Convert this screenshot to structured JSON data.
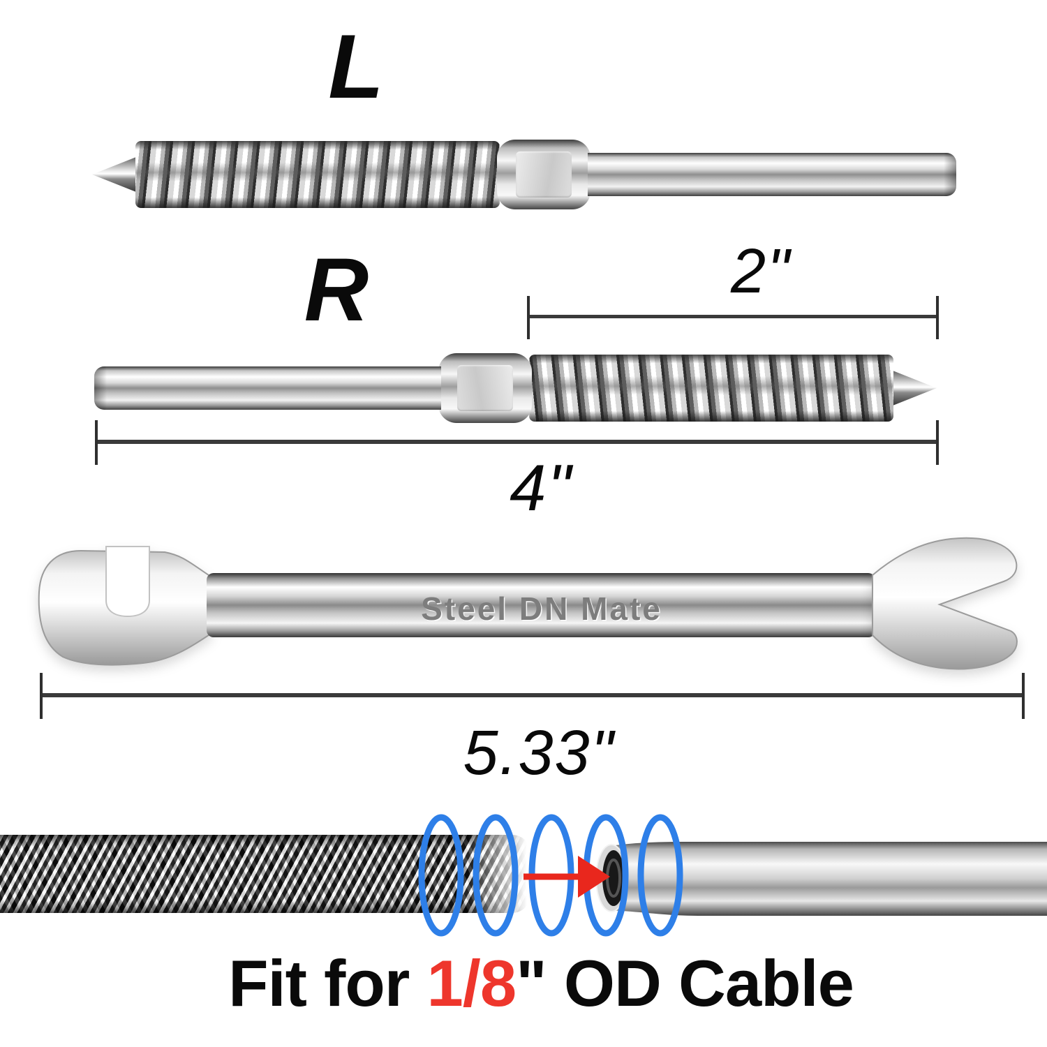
{
  "labels": {
    "left_screw": "L",
    "right_screw": "R"
  },
  "dimensions": {
    "thread_length": "2\"",
    "screw_length": "4\"",
    "wrench_length": "5.33\""
  },
  "wrench": {
    "engraving": "Steel DN Mate"
  },
  "caption": {
    "prefix": "Fit for ",
    "highlight": "1/8",
    "suffix": "\" OD Cable"
  },
  "colors": {
    "caption_red": "#ee362c",
    "arrow_red": "#e9271d",
    "ring_blue": "#2e7fe8",
    "dimension_line": "#3a3a3a"
  }
}
